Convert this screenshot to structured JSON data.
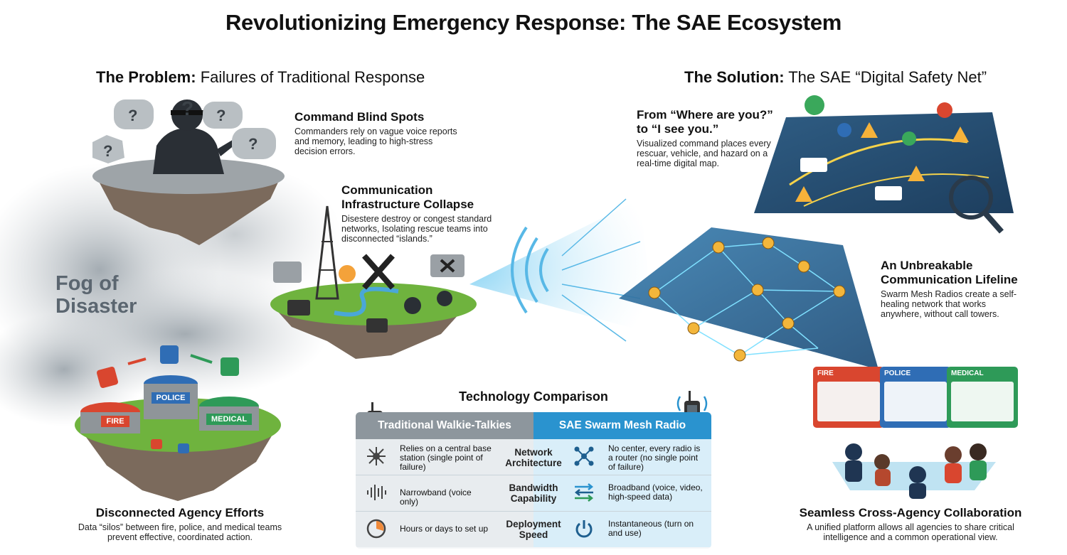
{
  "title": "Revolutionizing Emergency Response: The SAE Ecosystem",
  "problem": {
    "bold": "The Problem:",
    "rest": " Failures of Traditional Response"
  },
  "solution": {
    "bold": "The Solution:",
    "rest": " The SAE “Digital Safety Net”"
  },
  "command_blind_spots": {
    "title": "Command Blind Spots",
    "body": "Commanders rely on vague voice reports and memory, leading to high-stress decision errors."
  },
  "comm_collapse": {
    "title": "Communication Infrastructure Collapse",
    "body": "Disestere destroy or congest standard networks, Isolating rescue teams into disconnected “islands.”"
  },
  "fog": "Fog of Disaster",
  "agency_labels": {
    "fire": "FIRE",
    "police": "POLICE",
    "medical": "MEDICAL"
  },
  "disconnected": {
    "title": "Disconnected Agency Efforts",
    "body": "Data “silos” between fire, police, and medical teams prevent effective, coordinated action."
  },
  "where_are_you": {
    "title": "From “Where are you?” to “I see you.”",
    "body": "Visualized command places every rescuar, vehicle, and hazard on a real-time digital map."
  },
  "lifeline": {
    "title": "An Unbreakable Communication Lifeline",
    "body": "Swarm Mesh Radios create a self-healing network that works anywhere, without call towers."
  },
  "panels": {
    "fire": "FIRE",
    "police": "POLICE",
    "medical": "MEDICAL"
  },
  "collab": {
    "title": "Seamless Cross-Agency Collaboration",
    "body": "A unified platform allows all agencies to share critical intelligence and a common operational view."
  },
  "comparison": {
    "title": "Technology Comparison",
    "left_header": "Traditional Walkie-Talkies",
    "right_header": "SAE Swarm Mesh Radio",
    "rows": [
      {
        "label": "Network Architecture",
        "left": "Relies on a central base station (single point of failure)",
        "right": "No center, every radio is a router (no single point of failure)"
      },
      {
        "label": "Bandwidth Capability",
        "left": "Narrowband (voice only)",
        "right": "Broadband (voice, video, high-speed data)"
      },
      {
        "label": "Deployment Speed",
        "left": "Hours or days to set up",
        "right": "Instantaneous (turn on and use)"
      }
    ]
  },
  "colors": {
    "fire": "#d9462f",
    "police": "#2f6db5",
    "medical": "#2e9a58",
    "accent": "#2a93cf",
    "island_grass": "#6fb33e",
    "island_rock": "#7b6a5c"
  }
}
